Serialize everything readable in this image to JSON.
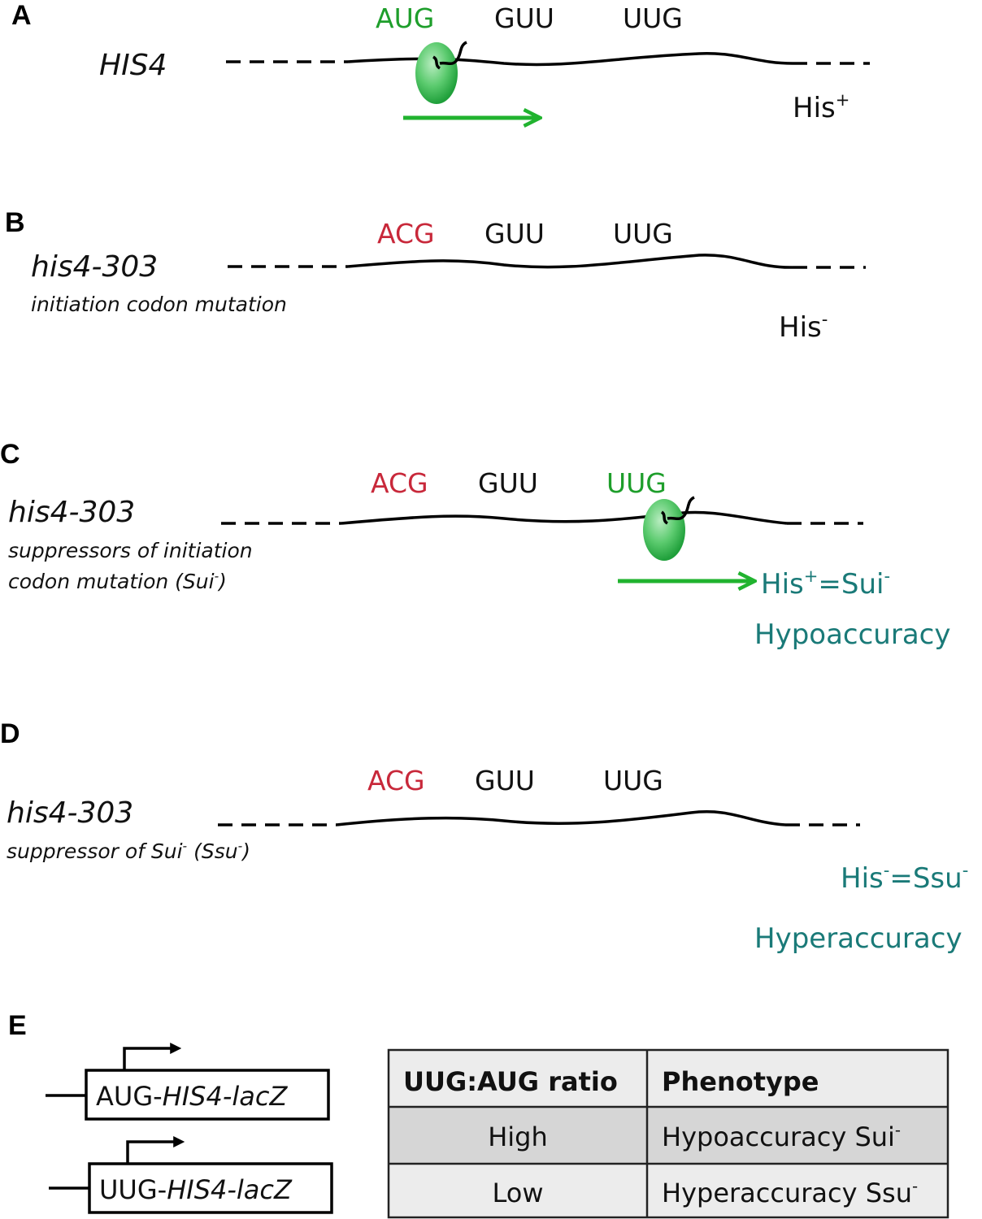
{
  "colors": {
    "start_codon": "#1e9e2b",
    "non_start_codon": "#c8283a",
    "neutral_codon": "#111111",
    "phenotype_teal": "#1a7a78",
    "arrow": "#21b32f",
    "ribosome": "#3dbb5a",
    "table_header_bg": "#ececec",
    "table_row_high_bg": "#d6d6d6",
    "table_row_low_bg": "#ececec"
  },
  "panels": {
    "a": {
      "letter": "A",
      "gene": "HIS4",
      "codons": [
        "AUG",
        "GUU",
        "UUG"
      ],
      "phenotype_main": "His",
      "phenotype_sup": "+"
    },
    "b": {
      "letter": "B",
      "gene": "his4-303",
      "subtitle": "initiation codon mutation",
      "codons": [
        "ACG",
        "GUU",
        "UUG"
      ],
      "phenotype_main": "His",
      "phenotype_sup": "-"
    },
    "c": {
      "letter": "C",
      "gene": "his4-303",
      "subtitle_line1": "suppressors of initiation",
      "subtitle_line2_pre": "codon mutation (Sui",
      "subtitle_line2_sup": "-",
      "subtitle_line2_post": ")",
      "codons": [
        "ACG",
        "GUU",
        "UUG"
      ],
      "phenotype_pre": "His",
      "phenotype_sup1": "+",
      "phenotype_mid": "=Sui",
      "phenotype_sup2": "-",
      "phenotype_line2": "Hypoaccuracy"
    },
    "d": {
      "letter": "D",
      "gene": "his4-303",
      "subtitle_pre": "suppressor of Sui",
      "subtitle_sup1": "-",
      "subtitle_mid": " (Ssu",
      "subtitle_sup2": "-",
      "subtitle_post": ")",
      "codons": [
        "ACG",
        "GUU",
        "UUG"
      ],
      "phenotype_pre": "His",
      "phenotype_sup1": "-",
      "phenotype_mid": "=Ssu",
      "phenotype_sup2": "-",
      "phenotype_line2": "Hyperaccuracy"
    },
    "e": {
      "letter": "E",
      "reporters": [
        {
          "prefix": "AUG-",
          "gene": "HIS4-lacZ"
        },
        {
          "prefix": "UUG-",
          "gene": "HIS4-lacZ"
        }
      ],
      "table": {
        "headers": [
          "UUG:AUG ratio",
          "Phenotype"
        ],
        "rows": [
          {
            "ratio": "High",
            "phenotype": "Hypoaccuracy Sui",
            "sup": "-"
          },
          {
            "ratio": "Low",
            "phenotype": "Hyperaccuracy Ssu",
            "sup": "-"
          }
        ]
      }
    }
  }
}
